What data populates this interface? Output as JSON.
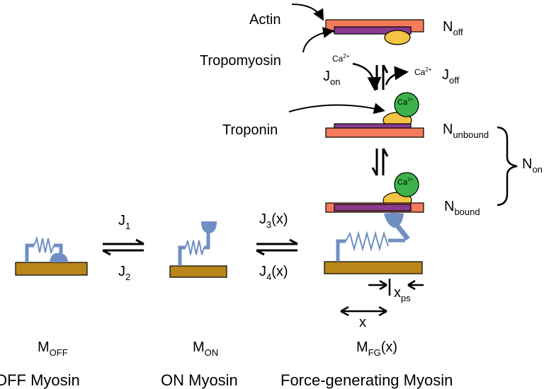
{
  "labels": {
    "actin": "Actin",
    "tropomyosin": "Tropomyosin",
    "troponin": "Troponin",
    "calcium_bound": "Ca",
    "calcium_sup": "2+"
  },
  "fluxes": {
    "j_on": "J",
    "j_on_sub": "on",
    "j_off": "J",
    "j_off_sub": "off",
    "ca_in": "Ca",
    "ca_in_sup": "2+",
    "ca_out": "Ca",
    "ca_out_sup": "2+",
    "j1": "J",
    "j1_sub": "1",
    "j2": "J",
    "j2_sub": "2",
    "j3": "J",
    "j3_sub": "3",
    "j3_arg": "(x)",
    "j4": "J",
    "j4_sub": "4",
    "j4_arg": "(x)"
  },
  "states": {
    "n_off": "N",
    "n_off_sub": "off",
    "n_unbound": "N",
    "n_unbound_sub": "unbound",
    "n_bound": "N",
    "n_bound_sub": "bound",
    "n_on": "N",
    "n_on_sub": "on"
  },
  "myosin": {
    "m_off": "M",
    "m_off_sub": "OFF",
    "m_on": "M",
    "m_on_sub": "ON",
    "m_fg": "M",
    "m_fg_sub": "FG",
    "m_fg_arg": "(x)",
    "off_caption": "OFF Myosin",
    "on_caption": "ON Myosin",
    "fg_caption": "Force-generating Myosin"
  },
  "dimensions": {
    "x_ps": "x",
    "x_ps_sub": "ps",
    "x": "x"
  },
  "colors": {
    "actin": "#f47b5b",
    "tropomyosin": "#8b3b8f",
    "troponin": "#f6c443",
    "calcium": "#3db34a",
    "myosin": "#6f8fc4",
    "filament": "#b8861a"
  }
}
